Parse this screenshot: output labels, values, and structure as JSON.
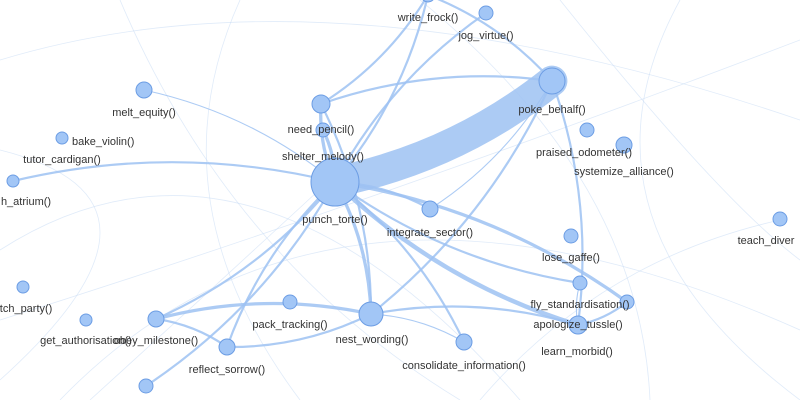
{
  "graph": {
    "colors": {
      "node_fill": "#a2c6f6",
      "node_stroke": "#6c9de4",
      "edge": "#9ec2f2",
      "label": "#333333"
    },
    "nodes": [
      {
        "id": "punch_torte",
        "label": "punch_torte()"
      },
      {
        "id": "poke_behalf",
        "label": "poke_behalf()"
      },
      {
        "id": "nest_wording",
        "label": "nest_wording()"
      },
      {
        "id": "need_pencil",
        "label": "need_pencil()"
      },
      {
        "id": "shelter_melody",
        "label": "shelter_melody()"
      },
      {
        "id": "write_frock",
        "label": "write_frock()"
      },
      {
        "id": "jog_virtue",
        "label": "jog_virtue()"
      },
      {
        "id": "melt_equity",
        "label": "melt_equity()"
      },
      {
        "id": "bake_violin",
        "label": "bake_violin()"
      },
      {
        "id": "tutor_cardigan",
        "label": "tutor_cardigan()"
      },
      {
        "id": "h_atrium",
        "label": "h_atrium()"
      },
      {
        "id": "integrate_sector",
        "label": "integrate_sector()"
      },
      {
        "id": "praised_odometer",
        "label": "praised_odometer()"
      },
      {
        "id": "systemize_alliance",
        "label": "systemize_alliance()"
      },
      {
        "id": "teach_diver",
        "label": "teach_diver"
      },
      {
        "id": "lose_gaffe",
        "label": "lose_gaffe()"
      },
      {
        "id": "fly_standardisation",
        "label": "fly_standardisation()"
      },
      {
        "id": "apologize_tussle",
        "label": "apologize_tussle()"
      },
      {
        "id": "learn_morbid",
        "label": "learn_morbid()"
      },
      {
        "id": "consolidate_information",
        "label": "consolidate_information()"
      },
      {
        "id": "pack_tracking",
        "label": "pack_tracking()"
      },
      {
        "id": "obey_milestone",
        "label": "obey_milestone()"
      },
      {
        "id": "get_authorisation",
        "label": "get_authorisation()"
      },
      {
        "id": "reflect_sorrow",
        "label": "reflect_sorrow()"
      },
      {
        "id": "etch_party",
        "label": "etch_party()"
      },
      {
        "id": "bottom_node",
        "label": ""
      }
    ],
    "edges": [
      {
        "source": "punch_torte",
        "target": "poke_behalf",
        "weight": 28
      },
      {
        "source": "punch_torte",
        "target": "need_pencil",
        "weight": 3
      },
      {
        "source": "punch_torte",
        "target": "shelter_melody",
        "weight": 3
      },
      {
        "source": "punch_torte",
        "target": "nest_wording",
        "weight": 3
      },
      {
        "source": "punch_torte",
        "target": "apologize_tussle",
        "weight": 4
      },
      {
        "source": "punch_torte",
        "target": "learn_morbid",
        "weight": 3
      },
      {
        "source": "punch_torte",
        "target": "fly_standardisation",
        "weight": 2
      },
      {
        "source": "punch_torte",
        "target": "integrate_sector",
        "weight": 2
      },
      {
        "source": "punch_torte",
        "target": "h_atrium",
        "weight": 2
      },
      {
        "source": "punch_torte",
        "target": "obey_milestone",
        "weight": 2
      },
      {
        "source": "punch_torte",
        "target": "reflect_sorrow",
        "weight": 2
      },
      {
        "source": "punch_torte",
        "target": "consolidate_information",
        "weight": 2
      },
      {
        "source": "punch_torte",
        "target": "write_frock",
        "weight": 2
      },
      {
        "source": "punch_torte",
        "target": "jog_virtue",
        "weight": 2
      },
      {
        "source": "punch_torte",
        "target": "melt_equity",
        "weight": 1
      },
      {
        "source": "punch_torte",
        "target": "bottom_node",
        "weight": 2
      },
      {
        "source": "nest_wording",
        "target": "obey_milestone",
        "weight": 3
      },
      {
        "source": "nest_wording",
        "target": "reflect_sorrow",
        "weight": 2
      },
      {
        "source": "nest_wording",
        "target": "poke_behalf",
        "weight": 2
      },
      {
        "source": "nest_wording",
        "target": "apologize_tussle",
        "weight": 2
      },
      {
        "source": "nest_wording",
        "target": "need_pencil",
        "weight": 2
      },
      {
        "source": "nest_wording",
        "target": "consolidate_information",
        "weight": 1
      },
      {
        "source": "poke_behalf",
        "target": "need_pencil",
        "weight": 2
      },
      {
        "source": "poke_behalf",
        "target": "apologize_tussle",
        "weight": 2
      },
      {
        "source": "poke_behalf",
        "target": "write_frock",
        "weight": 2
      },
      {
        "source": "poke_behalf",
        "target": "integrate_sector",
        "weight": 1
      },
      {
        "source": "apologize_tussle",
        "target": "learn_morbid",
        "weight": 2
      },
      {
        "source": "apologize_tussle",
        "target": "fly_standardisation",
        "weight": 1
      },
      {
        "source": "need_pencil",
        "target": "write_frock",
        "weight": 2
      },
      {
        "source": "obey_milestone",
        "target": "reflect_sorrow",
        "weight": 2
      }
    ]
  }
}
